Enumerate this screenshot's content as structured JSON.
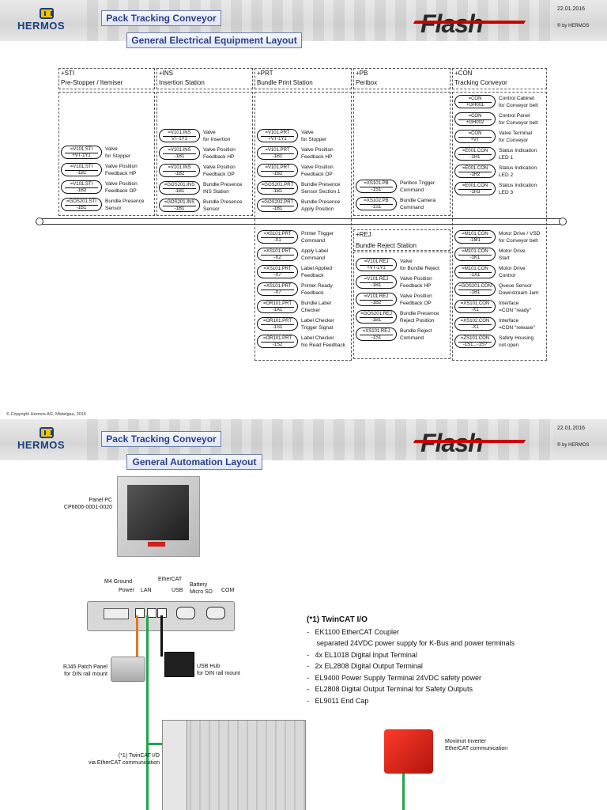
{
  "header": {
    "logo_text": "HERMOS",
    "brand": "Flash",
    "date": "22.01.2016",
    "by": "® by HERMOS",
    "product_title": "Pack Tracking Conveyor"
  },
  "slide1": {
    "subtitle": "General Electrical Equipment Layout",
    "stations": [
      {
        "code": "+STI",
        "name": "Pre-Stopper / Itemiser"
      },
      {
        "code": "+INS",
        "name": "Insertion Station"
      },
      {
        "code": "+PRT",
        "name": "Bundle Print Station"
      },
      {
        "code": "+PB",
        "name": "Peribox"
      },
      {
        "code": "+CON",
        "name": "Tracking Conveyor"
      }
    ],
    "rej_station": {
      "code": "+REJ",
      "name": "Bundle Reject Station"
    },
    "sti_devices": [
      {
        "t1": "=V101.STI",
        "t2": "+VT-1Y1",
        "d": "Valve\nfor Stopper"
      },
      {
        "t1": "=V101.STI",
        "t2": "-1B1",
        "d": "Valve Position\nFeedback HP"
      },
      {
        "t1": "=V101.STI",
        "t2": "-1B2",
        "d": "Valve Position\nFeedback OP"
      },
      {
        "t1": "=GOS201.STI",
        "t2": "-1B1",
        "d": "Bundle Presence\nSensor"
      }
    ],
    "ins_devices": [
      {
        "t1": "=V101.INS",
        "t2": "VT-1Y1",
        "d": "Valve\nfor Insertion"
      },
      {
        "t1": "=V101.INS",
        "t2": "-1B1",
        "d": "Valve Position\nFeedback HP"
      },
      {
        "t1": "=V101.INS",
        "t2": "-1B2",
        "d": "Valve Position\nFeedback OP"
      },
      {
        "t1": "=GOS201.INS",
        "t2": "-1B1",
        "d": "Bundle Presence\nINS Station"
      },
      {
        "t1": "=GOS201.INS",
        "t2": "-1B1",
        "d": "Bundle Presence\nSensor"
      }
    ],
    "prt_devices_top": [
      {
        "t1": "=V101.PRT",
        "t2": "+VT-1Y1",
        "d": "Valve\nfor Stopper"
      },
      {
        "t1": "=V101.PRT",
        "t2": "-1B1",
        "d": "Valve Position\nFeedback HP"
      },
      {
        "t1": "=V101.PRT",
        "t2": "-1B2",
        "d": "Valve Position\nFeedback OP"
      },
      {
        "t1": "=GOS201.PRT",
        "t2": "-1B1",
        "d": "Bundle Presence\nSensor Section 1"
      },
      {
        "t1": "=GOS202.PRT",
        "t2": "-1B1",
        "d": "Bundle Presence\nApply Position"
      }
    ],
    "prt_devices_bottom": [
      {
        "t1": "=XS101.PRT",
        "t2": "-X1",
        "d": "Printer Trigger\nCommand"
      },
      {
        "t1": "=XS101.PRT",
        "t2": "-X2",
        "d": "Apply Label\nCommand"
      },
      {
        "t1": "=XS101.PRT",
        "t2": "-X7",
        "d": "Label Applied\nFeedback"
      },
      {
        "t1": "=XS101.PRT",
        "t2": "-X7",
        "d": "Printer Ready\nFeedback"
      },
      {
        "t1": "=OR101.PRT",
        "t2": "-1A1",
        "d": "Bundle Label\nChecker"
      },
      {
        "t1": "=OR101.PRT",
        "t2": "-1S1",
        "d": "Label Checker\nTrigger Signal"
      },
      {
        "t1": "=OR101.PRT",
        "t2": "-1S2",
        "d": "Label Checker\nNo Read Feedback"
      }
    ],
    "pb_devices": [
      {
        "t1": "=XS101.PB",
        "t2": "-1S1",
        "d": "Peribox Trigger\nCommand"
      },
      {
        "t1": "=XS102.PB",
        "t2": "-1S1",
        "d": "Bundle Camera\nCommand"
      }
    ],
    "rej_devices": [
      {
        "t1": "=V101.REJ",
        "t2": "+VT-1Y1",
        "d": "Valve\nfor Bundle Reject"
      },
      {
        "t1": "=V101.REJ",
        "t2": "-1B1",
        "d": "Valve Position\nFeedback HP"
      },
      {
        "t1": "=V101.REJ",
        "t2": "-1B2",
        "d": "Valve Position\nFeedback OP"
      },
      {
        "t1": "=GOS201.REJ",
        "t2": "-1B1",
        "d": "Bundle Presence\nReject Position"
      },
      {
        "t1": "=XS101.REJ",
        "t2": "-1S1",
        "d": "Bundle Reject\nCommand"
      }
    ],
    "con_devices_top": [
      {
        "t1": "=CON",
        "t2": "+GH001",
        "d": "Control Cabinet\nfor Conveyor belt"
      },
      {
        "t1": "=CON",
        "t2": "+GH002",
        "d": "Control Panel\nfor Conveyor belt"
      },
      {
        "t1": "=CON",
        "t2": "+VT",
        "d": "Valve Terminal\nfor Conveyor"
      },
      {
        "t1": "=E001.CON",
        "t2": "-1H1",
        "d": "Status Indication\nLED 1"
      },
      {
        "t1": "=E001.CON",
        "t2": "-1H2",
        "d": "Status Indication\nLED 2"
      },
      {
        "t1": "=E001.CON",
        "t2": "-1H3",
        "d": "Status Indication\nLED 3"
      }
    ],
    "con_devices_bottom": [
      {
        "t1": "=M101.CON",
        "t2": "-1M1",
        "d": "Motor Drive / VSD\nfor Conveyor belt"
      },
      {
        "t1": "=M101.CON",
        "t2": "-1K1",
        "d": "Motor Drive\nStart"
      },
      {
        "t1": "=M101.CON",
        "t2": "-1X1",
        "d": "Motor Drive\nControl"
      },
      {
        "t1": "=GOS201.CON",
        "t2": "-1B1",
        "d": "Queue Sensor\nDownstream Jam"
      },
      {
        "t1": "=XS101.CON",
        "t2": "-X1",
        "d": "Interface\n=CON \"ready\""
      },
      {
        "t1": "=XS102.CON",
        "t2": "-X1",
        "d": "Interface\n=CON \"release\""
      },
      {
        "t1": "=ZS101.CON",
        "t2": "-1S1...-1S?",
        "d": "Safety Housing\nnot open"
      }
    ]
  },
  "copyright": "© Copyright Hermos AG, Mistelgau, 2016",
  "slide2": {
    "subtitle": "General Automation Layout",
    "panel_pc": "Panel PC\nCP6606-0001-0020",
    "ports": {
      "m4": "M4 Ground",
      "power": "Power",
      "lan": "LAN",
      "ethercat": "EtherCAT",
      "usb": "USB",
      "battery": "Battery\nMicro SD",
      "com": "COM"
    },
    "rj45": "RJ45 Patch Panel\nfor DIN rail mount",
    "usb_hub": "USB Hub\nfor DIN rail mount",
    "twincat_io_label": "(*1) TwinCAT I/O\nvia EtherCAT communication",
    "movimot": "Movimot Inverter\nEtherCAT communication",
    "twincat": {
      "heading": "(*1) TwinCAT I/O",
      "items": [
        "-   EK1100 EtherCAT Coupler",
        "     separated 24VDC power supply for K-Bus and power terminals",
        "-   4x EL1018 Digital Input Terminal",
        "-   2x EL2808 Digital Output Terminal",
        "-   EL9400 Power Supply Terminal 24VDC safety power",
        "-   EL2808 Digital Output Terminal for Safety Outputs",
        "-   EL9011 End Cap"
      ]
    }
  }
}
